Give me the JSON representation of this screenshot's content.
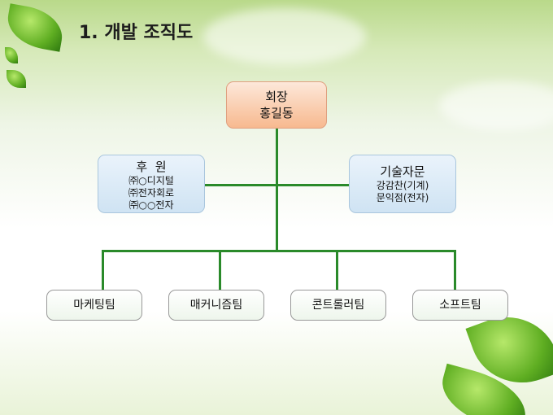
{
  "title": "1. 개발 조직도",
  "ceo": {
    "role": "회장",
    "name": "홍길동"
  },
  "sponsor": {
    "heading": "후  원",
    "items": [
      "㈜○디지털",
      "㈜전자회로",
      "㈜○○전자"
    ]
  },
  "advisory": {
    "heading": "기술자문",
    "items": [
      "강감찬(기계)",
      "문익점(전자)"
    ]
  },
  "teams": [
    "마케팅팀",
    "매커니즘팀",
    "콘트롤러팀",
    "소프트팀"
  ],
  "colors": {
    "line": "#2a8a2a",
    "ceo": "#f7b98f",
    "side": "#cfe3f3"
  }
}
